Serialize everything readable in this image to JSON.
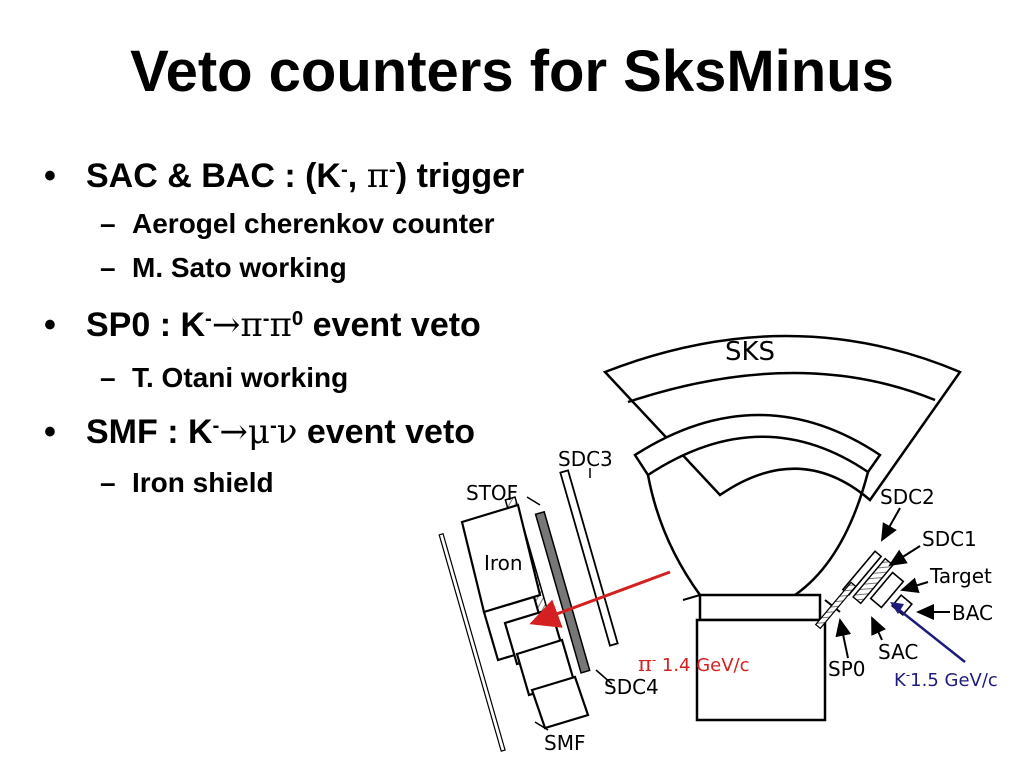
{
  "slide": {
    "title": "Veto counters for SksMinus"
  },
  "bullets": [
    {
      "label": "SAC & BAC : (K",
      "sup1": "-",
      "mid1": ", ",
      "greek1": "π",
      "sup2": "-",
      "tail": ") trigger",
      "subs": [
        "Aerogel cherenkov counter",
        "M. Sato working"
      ]
    },
    {
      "label": "SP0 : K",
      "sup1": "-",
      "arrow": "→",
      "greek1": "π",
      "sup2": "-",
      "greek2": "π",
      "sup3": "0",
      "tail": " event veto",
      "subs": [
        "T. Otani working"
      ]
    },
    {
      "label": "SMF : K",
      "sup1": "-",
      "arrow": "→",
      "greek1": "μ",
      "sup2": "-",
      "greek2": "ν",
      "tail": " event veto",
      "subs": [
        "Iron shield"
      ]
    }
  ],
  "bullet_symbol": "•",
  "sub_symbol": "–",
  "diagram": {
    "labels": {
      "sks": "SKS",
      "sdc3": "SDC3",
      "stof": "STOF",
      "sdc2": "SDC2",
      "sdc1": "SDC1",
      "target": "Target",
      "iron": "Iron",
      "bac": "BAC",
      "sac": "SAC",
      "sp0": "SP0",
      "sdc4": "SDC4",
      "smf": "SMF"
    },
    "pion_label": {
      "particle": "π",
      "sup": "-",
      "value": " 1.4 GeV/c"
    },
    "kaon_label": {
      "particle": "K",
      "sup": "-",
      "value": "1.5 GeV/c"
    },
    "colors": {
      "pion": "#d42020",
      "kaon": "#1c1c7c",
      "line": "#000000",
      "hatch": "#777777"
    }
  }
}
